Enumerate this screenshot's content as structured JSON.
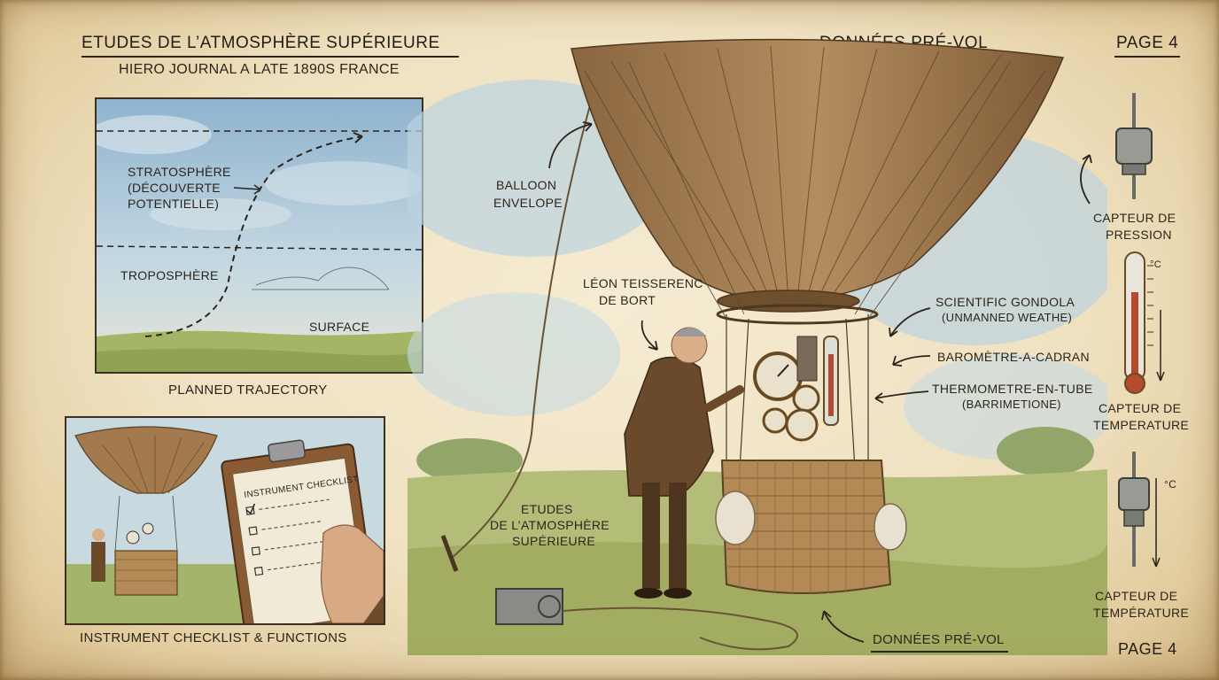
{
  "header": {
    "title": "ETUDES DE L’ATMOSPHÈRE SUPÉRIEURE",
    "subtitle": "HIERO JOURNAL A LATE 1890s FRANCE",
    "section_title": "DONNÉES PRÉ-VOL",
    "page_top": "PAGE 4"
  },
  "trajectory_panel": {
    "stratosphere_line1": "STRATOSPHÈRE",
    "stratosphere_line2": "(DÉCOUVERTE",
    "stratosphere_line3": "POTENTIELLE)",
    "troposphere": "TROPOSPHÈRE",
    "surface": "SURFACE",
    "caption": "PLANNED TRAJECTORY"
  },
  "checklist_panel": {
    "clipboard_title": "INSTRUMENT CHECKLIST",
    "caption": "INSTRUMENT CHECKLIST & FUNCTIONS"
  },
  "main_labels": {
    "balloon_envelope_line1": "BALLOON",
    "balloon_envelope_line2": "ENVELOPE",
    "person_line1": "LÉON TEISSERENC",
    "person_line2": "DE BORT",
    "gondola_line1": "SCIENTIFIC GONDOLA",
    "gondola_line2": "(UNMANNED WEATHE)",
    "barometer": "BAROMÈTRE-A-CADRAN",
    "thermometer_line1": "THERMOMETRE-EN-TUBE",
    "thermometer_line2": "(BARRIMETIONE)",
    "ground_line1": "ETUDES",
    "ground_line2": "DE L’ATMOSPHÈRE",
    "ground_line3": "SUPÉRIEURE",
    "bottom_section": "DONNÉES PRÉ-VOL",
    "page_bottom": "PAGE 4"
  },
  "sensors": {
    "pressure_line1": "CAPTEUR DE",
    "pressure_line2": "PRESSION",
    "temp1_line1": "CAPTEUR DE",
    "temp1_line2": "TEMPERATURE",
    "temp1_unit": "°C",
    "temp2_line1": "CAPTEUR DE",
    "temp2_line2": "TEMPÉRATURE",
    "temp2_unit": "°C"
  },
  "colors": {
    "paper": "#f1e4c4",
    "ink": "#2c241b",
    "sky": "#a9c6dc",
    "grass": "#a7b56a",
    "envelope": "#a0784d",
    "wicker": "#b38a55"
  }
}
